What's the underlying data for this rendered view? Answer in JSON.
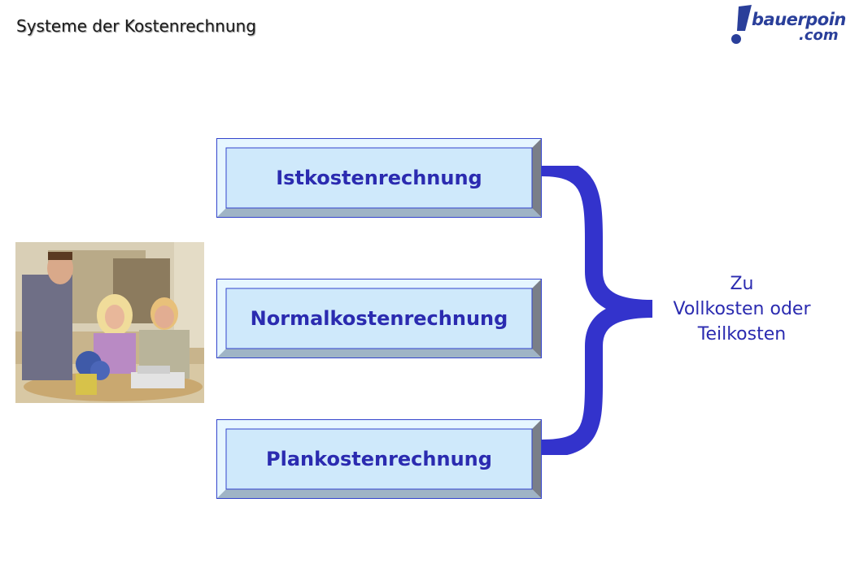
{
  "header": {
    "title": "Systeme der Kostenrechnung"
  },
  "logo": {
    "brand": "bauerpoint",
    "suffix": ".com"
  },
  "methods": [
    {
      "label": "Istkostenrechnung"
    },
    {
      "label": "Normalkostenrechnung"
    },
    {
      "label": "Plankostenrechnung"
    }
  ],
  "result": {
    "lines": [
      "Zu",
      "Vollkosten oder",
      "Teilkosten"
    ]
  },
  "colors": {
    "accent": "#3333cc",
    "box_fill": "#cfe9fb",
    "box_text": "#2b2bb0"
  }
}
